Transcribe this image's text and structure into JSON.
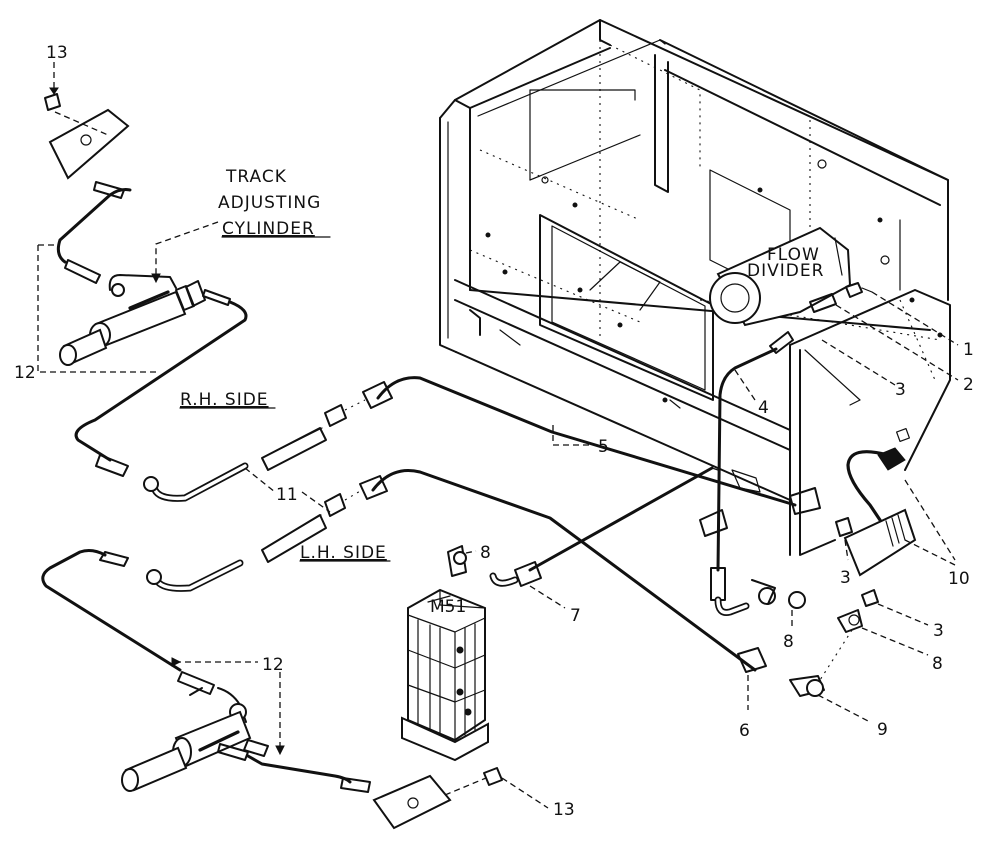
{
  "labels": {
    "track_adjusting": "TRACK",
    "track_adjusting2": "ADJUSTING",
    "cylinder": "CYLINDER",
    "flow": "FLOW",
    "divider": "DIVIDER",
    "rh_side": "R.H. SIDE",
    "lh_side": "L.H. SIDE"
  },
  "callouts": {
    "c1": "1",
    "c2": "2",
    "c3a": "3",
    "c3b": "3",
    "c3c": "3",
    "c4": "4",
    "c5": "5",
    "c6": "6",
    "c7": "7",
    "c8a": "8",
    "c8b": "8",
    "c8c": "8",
    "c9": "9",
    "c10": "10",
    "c11": "11",
    "c12a": "12",
    "c12b": "12",
    "c13a": "13",
    "c13b": "13"
  }
}
